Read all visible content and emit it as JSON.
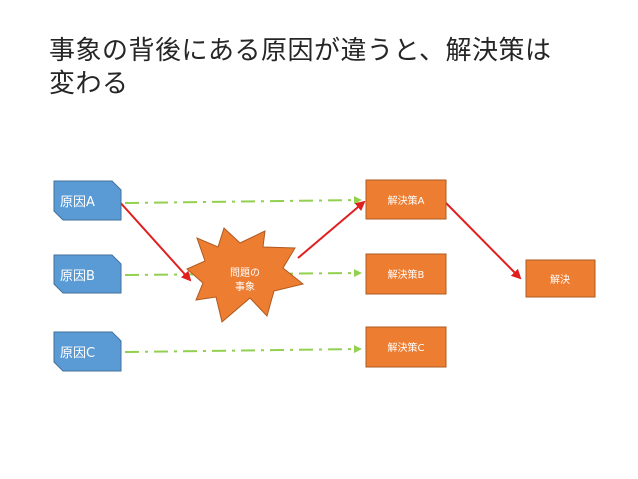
{
  "slide": {
    "title_line1": "事象の背後にある原因が違うと、解決策は",
    "title_line2": "変わる"
  },
  "diagram": {
    "causes": [
      {
        "label": "原因A"
      },
      {
        "label": "原因B"
      },
      {
        "label": "原因C"
      }
    ],
    "event": {
      "label_line1": "問題の",
      "label_line2": "事象"
    },
    "solutions": [
      {
        "label": "解決策A"
      },
      {
        "label": "解決策B"
      },
      {
        "label": "解決策C"
      }
    ],
    "outcome": {
      "label": "解決"
    },
    "colors": {
      "cause_fill": "#5B9BD5",
      "cause_stroke": "#41719C",
      "orange_fill": "#ED7D31",
      "orange_stroke": "#AE5A21",
      "red_arrow": "#E0201F",
      "green_dash": "#92D050"
    }
  }
}
